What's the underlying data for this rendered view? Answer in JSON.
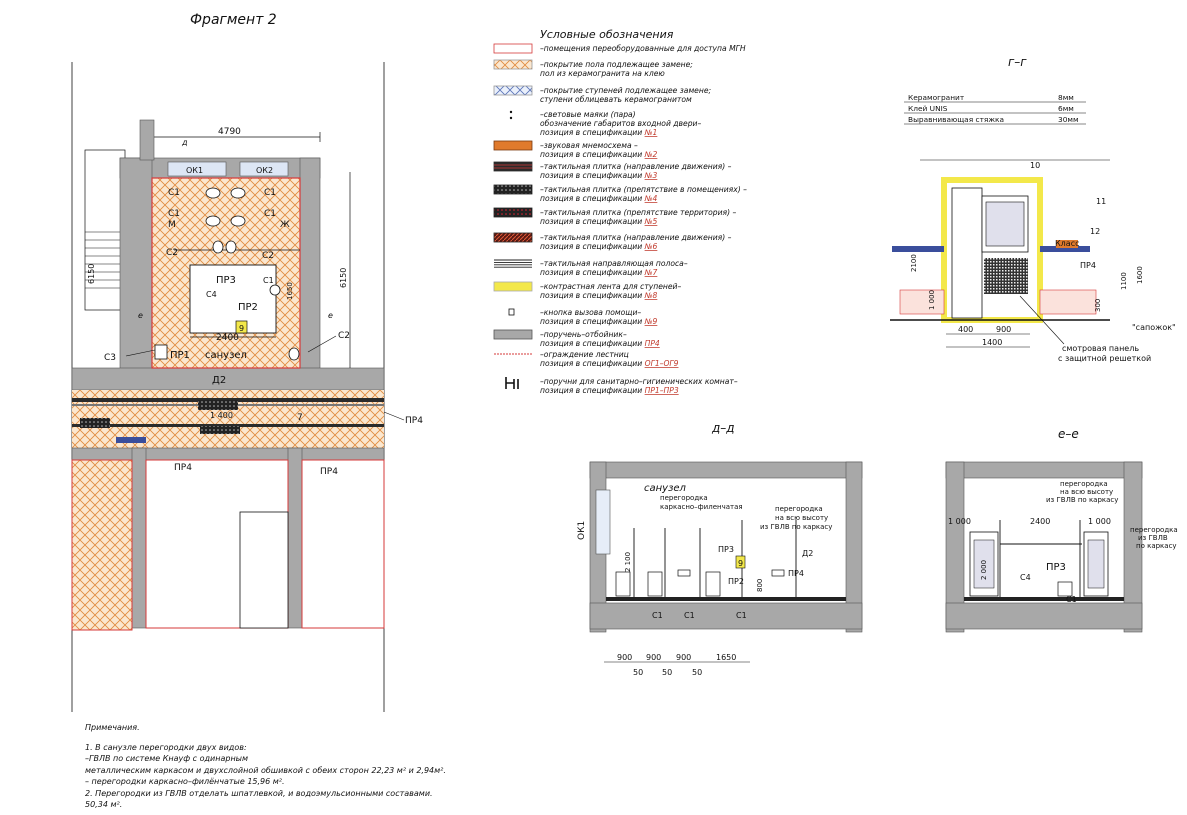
{
  "title": "Фрагмент 2",
  "legend": {
    "title": "Условные обозначения",
    "items": [
      {
        "line1": "–помещения переоборудованные для доступа МГН",
        "line2": "",
        "pos": "",
        "icon": "outline-red"
      },
      {
        "line1": "–покрытие пола подлежащее замене;",
        "line2": "пол из керамогранита на клею",
        "pos": "",
        "icon": "hatch-orange"
      },
      {
        "line1": "–покрытие ступеней подлежащее замене;",
        "line2": "ступени облицевать керамогранитом",
        "pos": "",
        "icon": "hatch-blue"
      },
      {
        "line1": "–световые маяки (пара)",
        "line2": "обозначение габаритов входной двери–",
        "line3": "позиция в спецификации ",
        "pos": "№1",
        "icon": "dots"
      },
      {
        "line1": "–звуковая мнемосхема –",
        "line2": "позиция в спецификации ",
        "pos": "№2",
        "icon": "orange-box"
      },
      {
        "line1": "–тактильная плитка (направление движения) –",
        "line2": "позиция в спецификации ",
        "pos": "№3",
        "icon": "tile-red-lines"
      },
      {
        "line1": "–тактильная плитка (препятствие в помещениях) –",
        "line2": "позиция в спецификации ",
        "pos": "№4",
        "icon": "tile-dots"
      },
      {
        "line1": "–тактильная плитка (препятствие территория) –",
        "line2": "позиция в спецификации ",
        "pos": "№5",
        "icon": "tile-dots-red"
      },
      {
        "line1": "–тактильная плитка (направление движения) –",
        "line2": "позиция в спецификации ",
        "pos": "№6",
        "icon": "tile-diag"
      },
      {
        "line1": "–тактильная направляющая полоса–",
        "line2": "позиция в спецификации ",
        "pos": "№7",
        "icon": "strip"
      },
      {
        "line1": "–контрастная лента для ступеней–",
        "line2": "позиция в спецификации ",
        "pos": "№8",
        "icon": "yellow"
      },
      {
        "line1": "–кнопка вызова помощи–",
        "line2": "позиция в спецификации ",
        "pos": "№9",
        "icon": "button"
      },
      {
        "line1": "–поручень–отбойник–",
        "line2": "позиция в спецификации ",
        "pos": "ПР4",
        "icon": "grey-bar"
      },
      {
        "line1": "–ограждение лестниц",
        "line2": "позиция в спецификации ",
        "pos": "ОГ1–ОГ9",
        "icon": "red-dash"
      },
      {
        "line1": "–поручни для санитарно–гигиенических комнат–",
        "line2": "позиция в спецификации ",
        "pos": "ПР1–ПР3",
        "icon": "handrail"
      }
    ]
  },
  "plan": {
    "dim_top": "4790",
    "dim_left": "6150",
    "dim_right": "6150",
    "dim_room": "2400",
    "dim_1650": "1650",
    "dim_1400": "1 400",
    "window1": "ОК1",
    "window2": "ОК2",
    "door": "Д2",
    "room": "санузел",
    "labels": {
      "c1": "С1",
      "c2": "С2",
      "c3": "С3",
      "c4": "С4",
      "m": "М",
      "zh": "Ж",
      "pr1": "ПР1",
      "pr2": "ПР2",
      "pr3": "ПР3",
      "pr4": "ПР4",
      "n9": "9",
      "n7": "7",
      "d": "д",
      "e": "е"
    }
  },
  "section_gg": {
    "title": "г–г",
    "table": [
      {
        "name": "Керамогранит",
        "value": "8мм"
      },
      {
        "name": "Клей UNIS",
        "value": "6мм"
      },
      {
        "name": "Выравнивающая стяжка",
        "value": "30мм"
      }
    ],
    "n10": "10",
    "n11": "11",
    "n12": "12",
    "klass": "Класс",
    "pr4": "ПР4",
    "dim_2100": "2100",
    "dim_1000": "1 000",
    "dim_1600": "1600",
    "dim_1100": "1100",
    "dim_300": "300",
    "dim_400": "400",
    "dim_900": "900",
    "dim_1400": "1400",
    "sapozhok": "\"сапожок\"",
    "panel_1": "смотровая панель",
    "panel_2": "с защитной решеткой"
  },
  "section_dd": {
    "title": "д–д",
    "room": "санузел",
    "window": "ОК1",
    "door": "Д2",
    "partition_1": "перегородка",
    "partition_2": "каркасно–филенчатая",
    "full_1": "перегородка",
    "full_2": "на всю высоту",
    "full_3": "из ГВЛВ по каркасу",
    "pr3": "ПР3",
    "pr2": "ПР2",
    "pr4": "ПР4",
    "n9": "9",
    "c1": "С1",
    "dim_900a": "900",
    "dim_900b": "900",
    "dim_900c": "900",
    "dim_1650": "1650",
    "dim_50a": "50",
    "dim_50b": "50",
    "dim_50c": "50",
    "dim_2100": "2 100",
    "dim_800": "800"
  },
  "section_ee": {
    "title": "е–е",
    "full_1": "перегородка",
    "full_2": "на всю высоту",
    "full_3": "из ГВЛВ по каркасу",
    "right_1": "перегородка",
    "right_2": "из ГВЛВ",
    "right_3": "по каркасу",
    "dim_1000a": "1 000",
    "dim_2400": "2400",
    "dim_1000b": "1 000",
    "dim_2000": "2 000",
    "pr3": "ПР3",
    "c4": "С4",
    "c1": "С1"
  },
  "notes": {
    "title": "Примечания.",
    "l1": "1. В санузле перегородки двух видов:",
    "l2": "–ГВЛВ по системе  Кнауф  с одинарным",
    "l3": "металлическим каркасом и двухслойной обшивкой с обеих сторон 22,23 м² и 2,94м².",
    "l4": "– перегородки каркасно–филёнчатые 15,96 м².",
    "l5": "2. Перегородки из ГВЛВ отделать шпатлевкой, и водоэмульсионными составами.",
    "l6": "50,34 м²."
  },
  "colors": {
    "red": "#d63a3a",
    "orange": "#e07a2c",
    "yellow": "#f3e84a",
    "grey": "#a8a8a8",
    "dark": "#2b2b2b",
    "blue": "#3a4e9c"
  }
}
